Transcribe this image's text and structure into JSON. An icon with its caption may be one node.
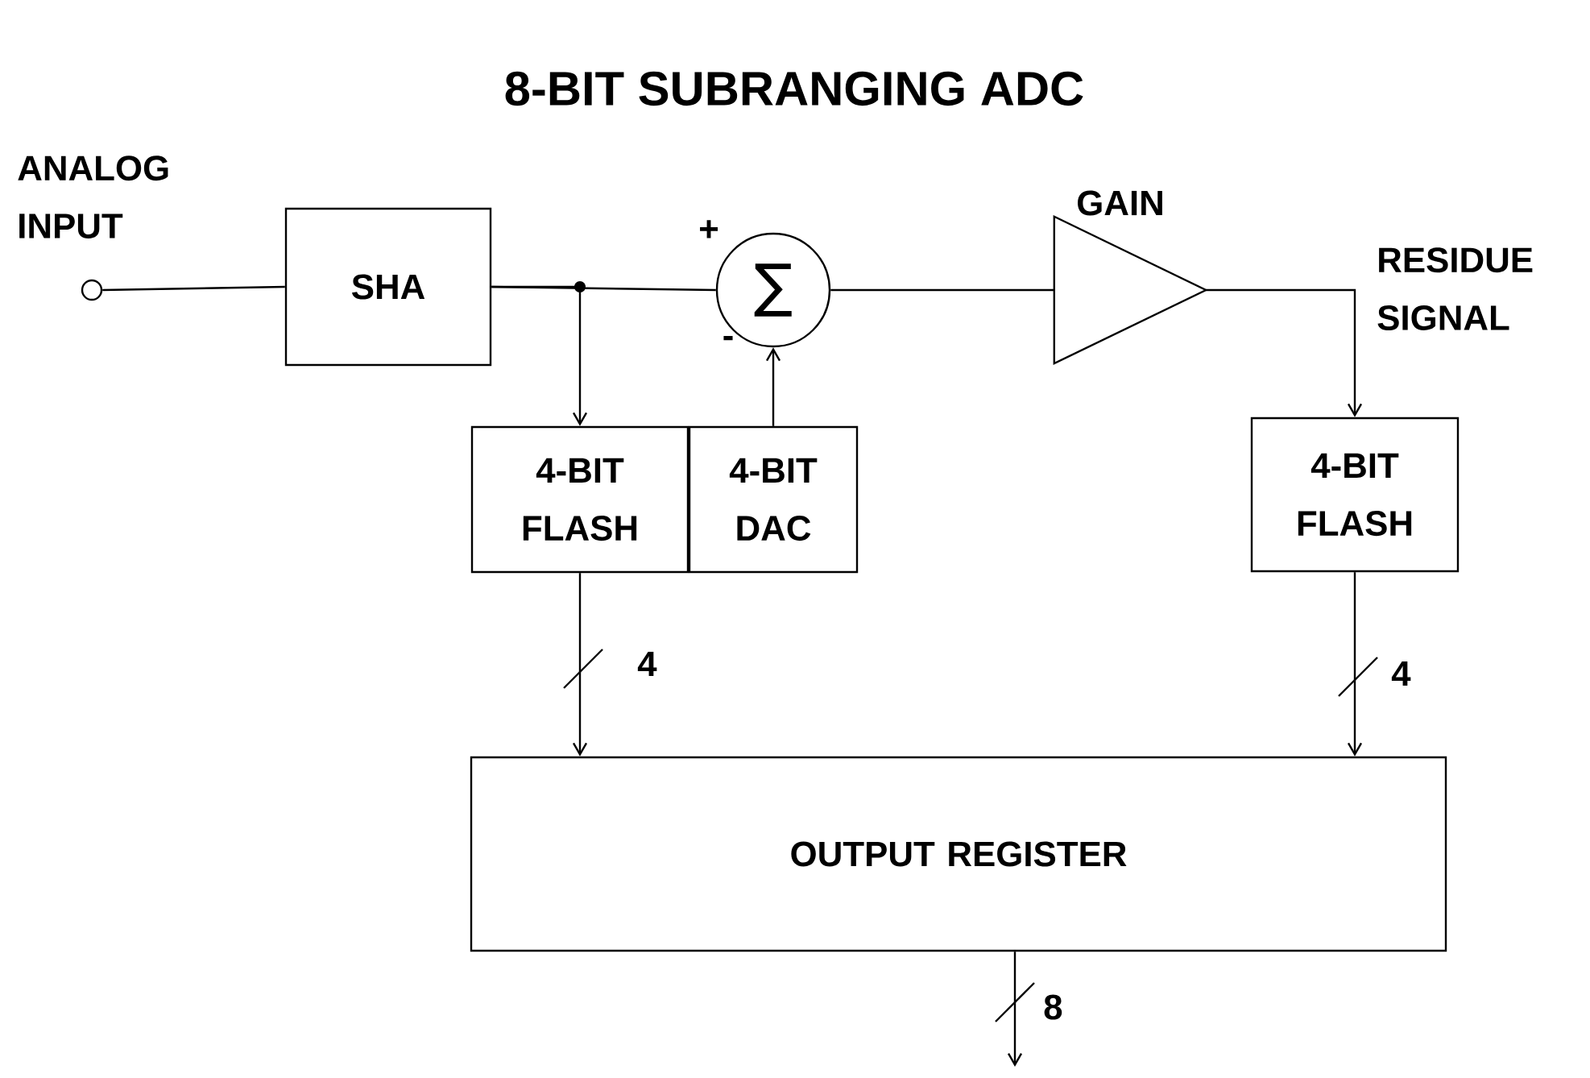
{
  "diagram": {
    "title": "8-BIT SUBRANGING ADC",
    "nodes": [
      {
        "text": [],
        "shape": "circle",
        "beside": [
          "ANALOG INPUT"
        ]
      },
      {
        "text": [
          "SHA"
        ]
      },
      {
        "text": [
          "∑"
        ],
        "beside": [
          "+",
          "-"
        ]
      },
      {
        "text": [
          "4-BIT FLASH"
        ]
      },
      {
        "text": [
          "4-BIT DAC"
        ]
      },
      {
        "text": [
          "GAIN"
        ]
      },
      {
        "text": [
          "4-BIT FLASH"
        ]
      },
      {
        "text": [
          "OUTPUT REGISTER"
        ]
      }
    ],
    "edges": [
      {
        "from": 0,
        "to": 1,
        "arrow": "none"
      },
      {
        "from": 1,
        "to": 2,
        "arrow": "none"
      },
      {
        "from": 1,
        "to": 3,
        "arrow": "to"
      },
      {
        "from": 4,
        "to": 2,
        "arrow": "to"
      },
      {
        "from": 2,
        "to": 5,
        "arrow": "none"
      },
      {
        "from": 5,
        "to": 6,
        "arrow": "to",
        "label": "RESIDUE SIGNAL"
      },
      {
        "from": 3,
        "to": 7,
        "arrow": "to",
        "label": "4"
      },
      {
        "from": 6,
        "to": 7,
        "arrow": "to",
        "label": "4"
      },
      {
        "from": 7,
        "to": null,
        "arrow": "to",
        "label": "8"
      }
    ]
  }
}
